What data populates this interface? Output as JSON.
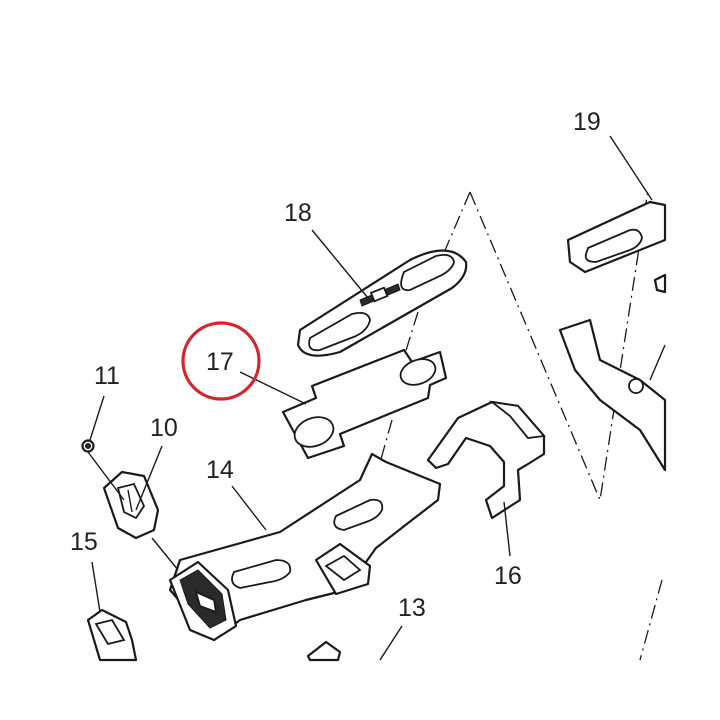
{
  "diagram": {
    "labels": {
      "p10": "10",
      "p11": "11",
      "p13": "13",
      "p14": "14",
      "p15": "15",
      "p16": "16",
      "p17": "17",
      "p18": "18",
      "p19": "19"
    },
    "highlight": {
      "part": "17",
      "color": "#d6262b"
    }
  }
}
